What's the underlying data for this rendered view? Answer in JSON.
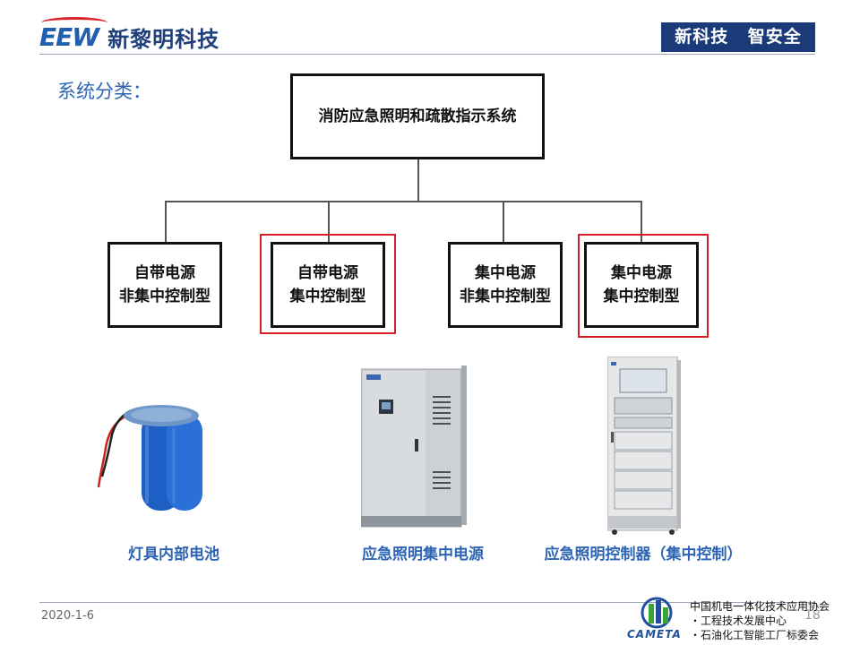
{
  "header": {
    "logo_text": "EEW",
    "company_name": "新黎明科技",
    "slogan": "新科技 智安全"
  },
  "section_title": "系统分类：",
  "diagram": {
    "root": "消防应急照明和疏散指示系统",
    "children": [
      {
        "line1": "自带电源",
        "line2": "非集中控制型",
        "highlighted": false
      },
      {
        "line1": "自带电源",
        "line2": "集中控制型",
        "highlighted": true
      },
      {
        "line1": "集中电源",
        "line2": "非集中控制型",
        "highlighted": false
      },
      {
        "line1": "集中电源",
        "line2": "集中控制型",
        "highlighted": true
      }
    ]
  },
  "products": [
    {
      "caption": "灯具内部电池",
      "icon": "battery-pack-icon"
    },
    {
      "caption": "应急照明集中电源",
      "icon": "power-cabinet-icon"
    },
    {
      "caption": "应急照明控制器（集中控制）",
      "icon": "controller-cabinet-icon"
    }
  ],
  "footer": {
    "date": "2020-1-6",
    "page_number": "18",
    "org_lines": [
      "中国机电一体化技术应用协会",
      "・工程技术发展中心",
      "・石油化工智能工厂标委会"
    ],
    "org_logo_text": "CAMETA"
  },
  "colors": {
    "brand_blue": "#1b3a7a",
    "title_blue": "#2e64b4",
    "highlight_red": "#d81e25"
  }
}
